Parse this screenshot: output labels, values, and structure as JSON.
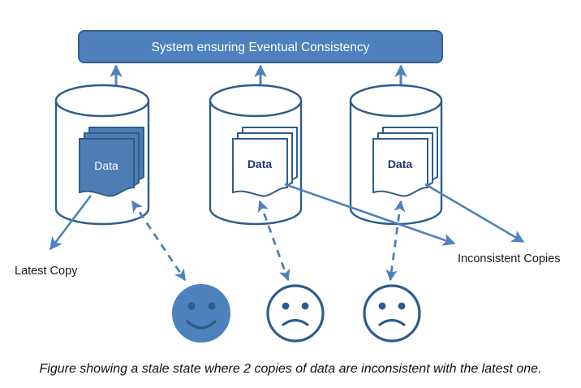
{
  "diagram": {
    "title_banner": {
      "label": "System ensuring Eventual Consistency",
      "fill": "#4E81BD",
      "stroke": "#35618E",
      "text_color": "#FFFFFF"
    },
    "databases": [
      {
        "id": "db-1",
        "doc_label": "Data",
        "state": "latest",
        "doc_fill": "#4E7DB5",
        "doc_stroke": "#2E5D8C",
        "doc_text_color": "#FFFFFF",
        "cylinder_stroke": "#2E5D8C"
      },
      {
        "id": "db-2",
        "doc_label": "Data",
        "state": "stale",
        "doc_fill": "#FFFFFF",
        "doc_stroke": "#2E5D8C",
        "doc_text_color": "#1F3864",
        "cylinder_stroke": "#2E5D8C"
      },
      {
        "id": "db-3",
        "doc_label": "Data",
        "state": "stale",
        "doc_fill": "#FFFFFF",
        "doc_stroke": "#2E5D8C",
        "doc_text_color": "#1F3864",
        "cylinder_stroke": "#2E5D8C"
      }
    ],
    "annotations": {
      "latest_copy_label": "Latest Copy",
      "inconsistent_copies_label": "Inconsistent Copies",
      "label_color": "#1A1A1A"
    },
    "faces": [
      {
        "id": "face-1",
        "mood": "happy",
        "fill": "#4E81BD",
        "stroke": "#2E5D8C"
      },
      {
        "id": "face-2",
        "mood": "sad",
        "fill": "#FFFFFF",
        "stroke": "#2E5D8C"
      },
      {
        "id": "face-3",
        "mood": "sad",
        "fill": "#FFFFFF",
        "stroke": "#2E5D8C"
      }
    ],
    "connectors": {
      "sync_arrow_color": "#4E81BD",
      "pointer_arrow_color": "#4E81BD",
      "dashed_arrow_color": "#4E81BD"
    },
    "caption": "Figure showing a stale state where 2 copies of data are inconsistent with the latest one."
  }
}
